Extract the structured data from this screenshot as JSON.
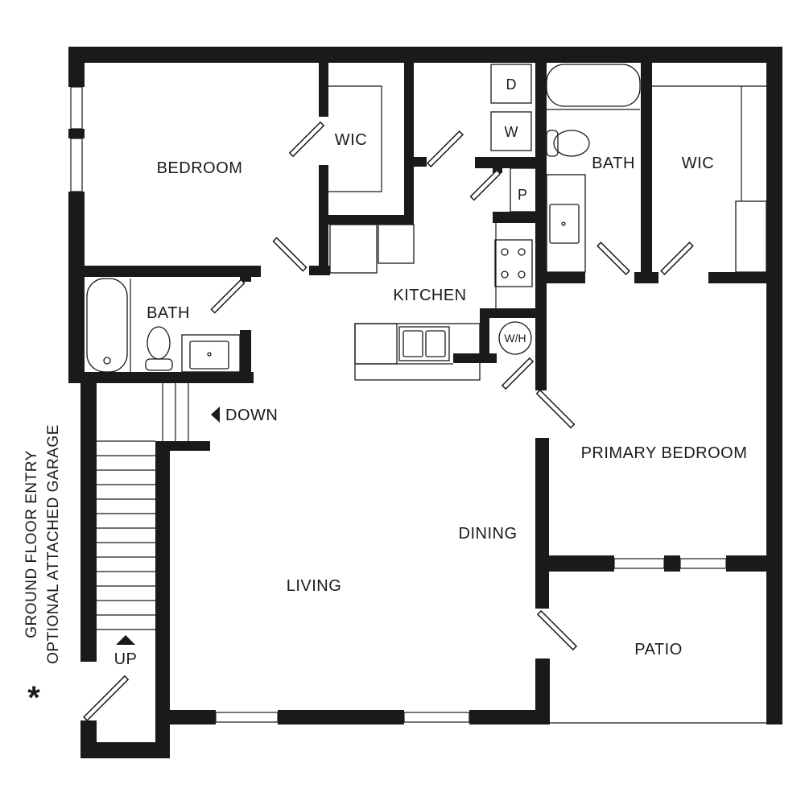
{
  "floorplan": {
    "rooms": {
      "bedroom": "BEDROOM",
      "wic_left": "WIC",
      "bath_left": "BATH",
      "kitchen": "KITCHEN",
      "bath_right": "BATH",
      "wic_right": "WIC",
      "primary_bedroom": "PRIMARY BEDROOM",
      "dining": "DINING",
      "living": "LIVING",
      "patio": "PATIO"
    },
    "appliances": {
      "dryer": "D",
      "washer": "W",
      "pantry": "P",
      "water_heater": "W/H"
    },
    "stairs": {
      "down": "DOWN",
      "up": "UP"
    },
    "side_note": {
      "line1": "GROUND FLOOR ENTRY",
      "line2": "OPTIONAL ATTACHED GARAGE",
      "asterisk": "*"
    },
    "colors": {
      "wall": "#1a1a1a",
      "background": "#ffffff"
    }
  }
}
